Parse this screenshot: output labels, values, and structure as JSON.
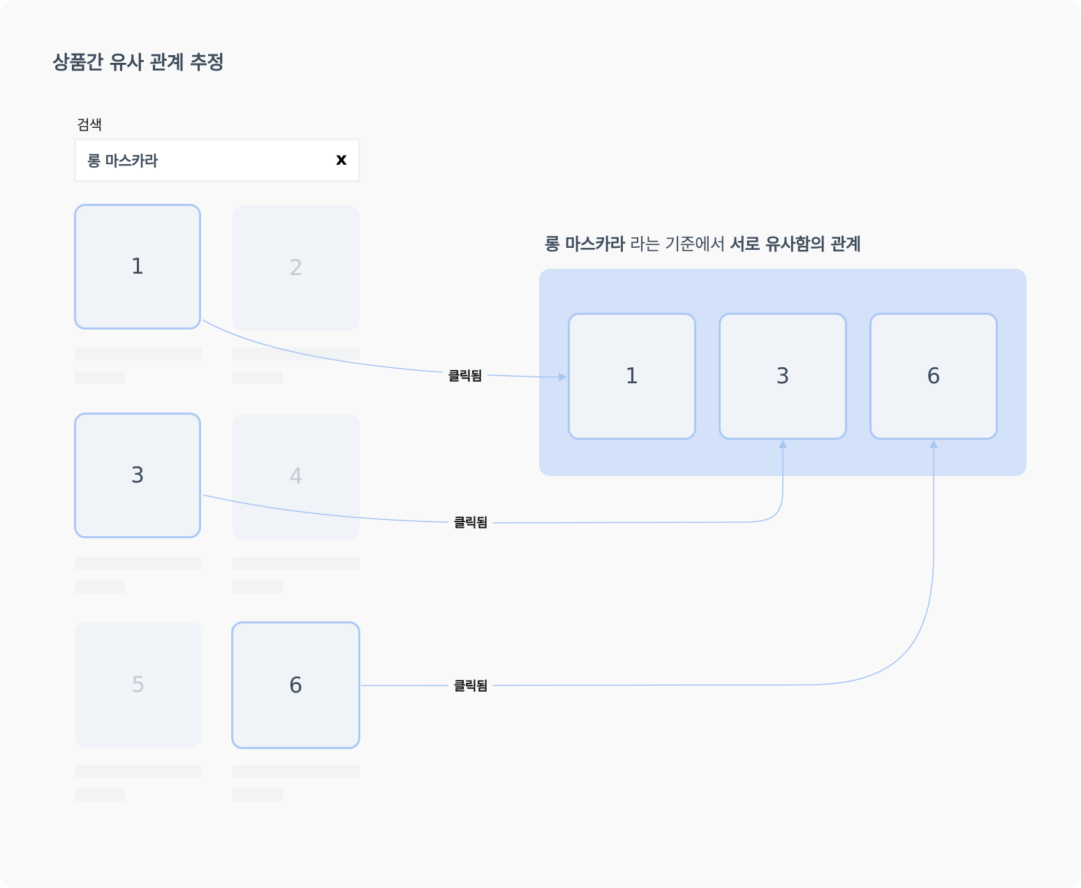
{
  "title": "상품간 유사 관계 추정",
  "search": {
    "label": "검색",
    "value": "롱 마스카라",
    "clear_label": "x"
  },
  "products": [
    {
      "number": "1",
      "selected": true
    },
    {
      "number": "2",
      "selected": false
    },
    {
      "number": "3",
      "selected": true
    },
    {
      "number": "4",
      "selected": false
    },
    {
      "number": "5",
      "selected": false
    },
    {
      "number": "6",
      "selected": true
    }
  ],
  "result": {
    "heading": {
      "keyword": "롱 마스카라",
      "middle": " 라는 기준에서 ",
      "emphasis": "서로 유사함의 관계"
    },
    "items": [
      "1",
      "3",
      "6"
    ]
  },
  "connections": [
    {
      "from": "1",
      "to": "1",
      "label": "클릭됨"
    },
    {
      "from": "3",
      "to": "3",
      "label": "클릭됨"
    },
    {
      "from": "6",
      "to": "6",
      "label": "클릭됨"
    }
  ],
  "colors": {
    "background": "#f9f9f9",
    "card": "#f0f3f7",
    "selected_border": "#acc9f5",
    "panel": "#d3e1f9",
    "connector": "#a9c6f3",
    "title_text": "#3d4b5c"
  }
}
